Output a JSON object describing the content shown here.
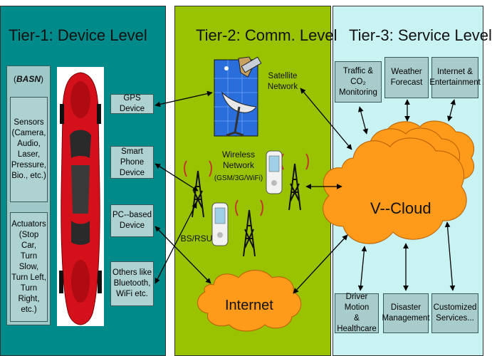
{
  "tiers": [
    {
      "title": "Tier-1: Device Level"
    },
    {
      "title": "Tier-2: Comm. Level"
    },
    {
      "title": "Tier-3: Service Level"
    }
  ],
  "tier1": {
    "basn_open": "(",
    "basn_label": "BASN",
    "basn_close": ")",
    "sensors": [
      "Sensors",
      "(Camera,",
      "Audio,",
      "Laser,",
      "Pressure,",
      "Bio., etc.)"
    ],
    "actuators": [
      "Actuators",
      "(Stop Car,",
      "Turn Slow,",
      "Turn Left,",
      "Turn Right,",
      "etc.)"
    ],
    "devices": [
      [
        "GPS Device"
      ],
      [
        "Smart Phone",
        "Device"
      ],
      [
        "PC--based",
        "Device"
      ],
      [
        "Others like",
        "Bluetooth,",
        "WiFi etc."
      ]
    ]
  },
  "tier2": {
    "satellite": [
      "Satellite",
      "Network"
    ],
    "wireless": [
      "Wireless",
      "Network"
    ],
    "wireless_sub": "(GSM/3G/WiFi)",
    "bs_rsu": "BS/RSU",
    "internet": "Internet"
  },
  "tier3": {
    "top_services": [
      [
        "Traffic & CO₂",
        "Monitoring"
      ],
      [
        "Weather",
        "Forecast"
      ],
      [
        "Internet &",
        "Entertainment"
      ]
    ],
    "cloud": "V--Cloud",
    "bottom_services": [
      [
        "Driver Motion",
        "& Healthcare"
      ],
      [
        "Disaster",
        "Management"
      ],
      [
        "Customized",
        "Services..."
      ]
    ]
  },
  "colors": {
    "tier1_bg": "#008a8a",
    "tier2_bg": "#99c200",
    "tier3_bg": "#c9f3f3",
    "box_bg": "#a8cccc",
    "cloud_fill": "#ff9a1a",
    "car": "#d4101a"
  }
}
